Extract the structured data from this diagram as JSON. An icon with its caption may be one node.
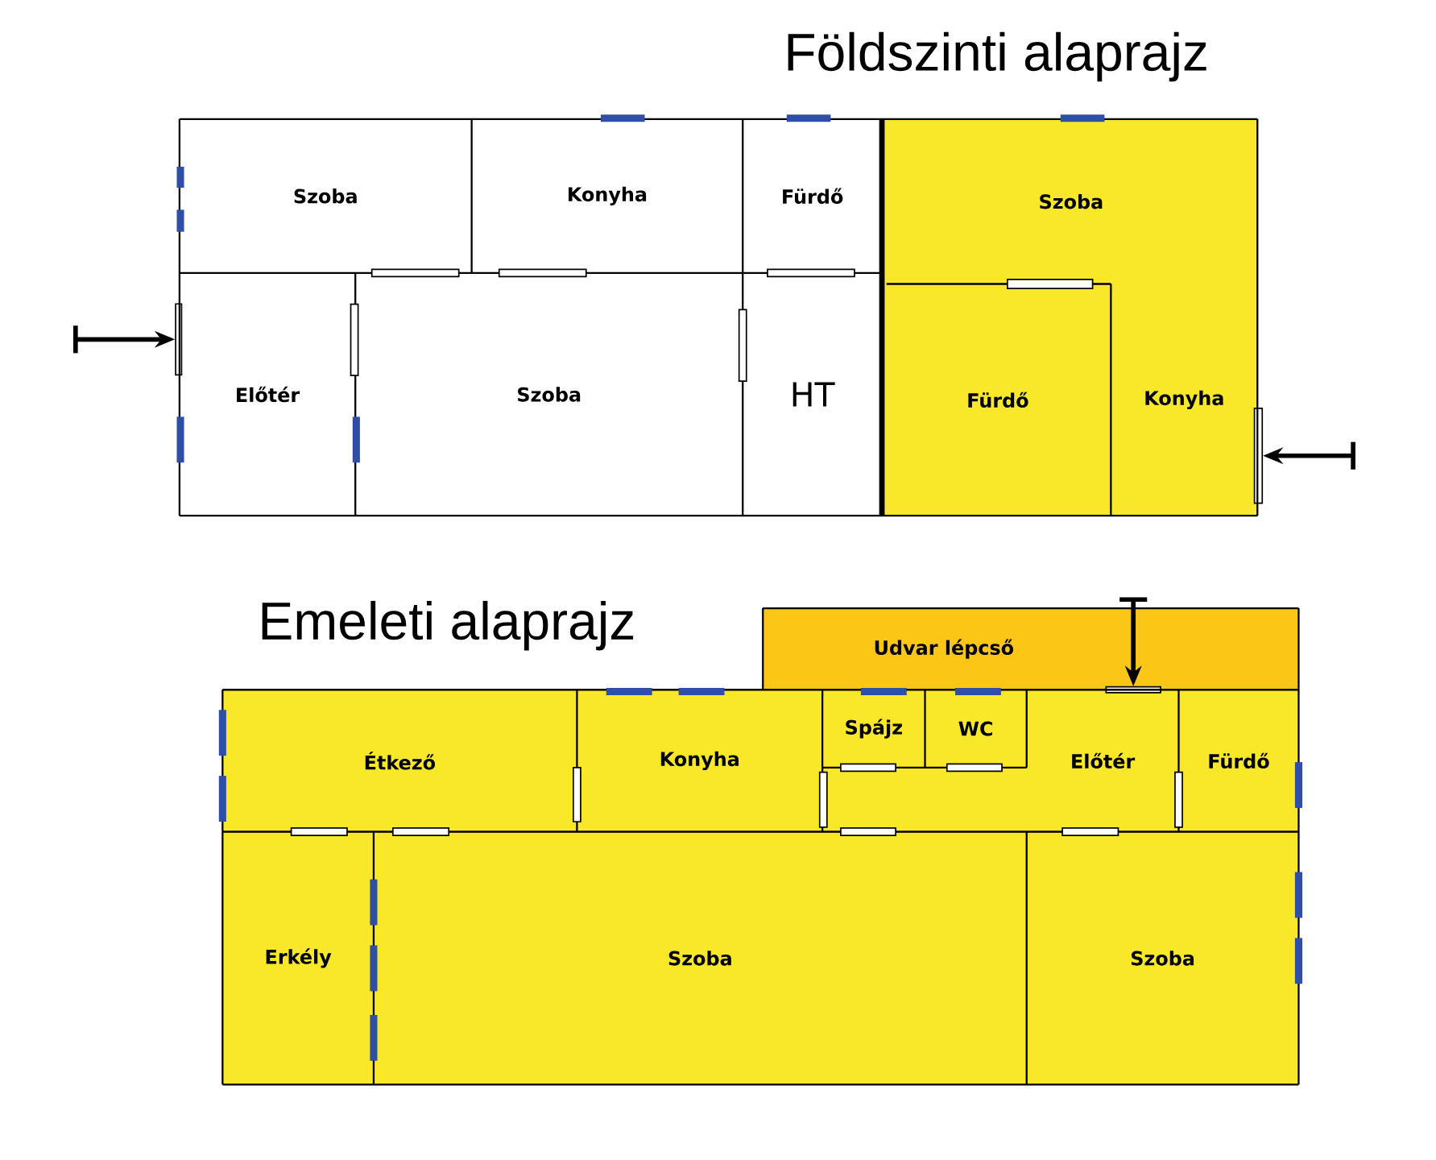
{
  "diagram": {
    "nodes": [
      {
        "text": [
          "Szoba"
        ]
      },
      {
        "text": [
          "Konyha"
        ]
      },
      {
        "text": [
          "Fürdő"
        ]
      },
      {
        "text": [
          "Szoba"
        ]
      },
      {
        "text": [
          "Előtér"
        ]
      },
      {
        "text": [
          "Szoba"
        ]
      },
      {
        "text": [
          "HT"
        ]
      },
      {
        "text": [
          "Fürdő"
        ]
      },
      {
        "text": [
          "Konyha"
        ]
      },
      {
        "text": [
          "Udvar lépcső"
        ]
      },
      {
        "text": [
          "Étkező"
        ]
      },
      {
        "text": [
          "Konyha"
        ]
      },
      {
        "text": [
          "Spájz"
        ]
      },
      {
        "text": [
          "WC"
        ]
      },
      {
        "text": [
          "Előtér"
        ]
      },
      {
        "text": [
          "Fürdő"
        ]
      },
      {
        "text": [
          "Erkély"
        ]
      },
      {
        "text": [
          "Szoba"
        ]
      },
      {
        "text": [
          "Szoba"
        ]
      },
      {
        "text": [],
        "shape": "door"
      },
      {
        "text": [],
        "shape": "door"
      },
      {
        "text": [],
        "shape": "door"
      }
    ],
    "edges": [
      {
        "from": null,
        "to": 19,
        "arrow": "to"
      },
      {
        "from": null,
        "to": 20,
        "arrow": "to"
      },
      {
        "from": null,
        "to": 21,
        "arrow": "to"
      }
    ],
    "labels": [
      "Földszinti alaprajz",
      "Emeleti alaprajz"
    ]
  }
}
